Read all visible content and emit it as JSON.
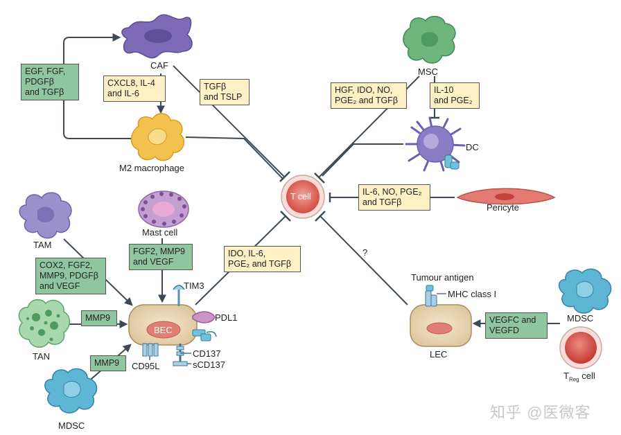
{
  "cells": {
    "caf": "CAF",
    "m2": "M2 macrophage",
    "msc": "MSC",
    "dc": "DC",
    "tcell": "T cell",
    "pericyte": "Pericyte",
    "tam": "TAM",
    "mast": "Mast cell",
    "tan": "TAN",
    "mdsc_left": "MDSC",
    "bec": "BEC",
    "lec": "LEC",
    "mdsc_right": "MDSC",
    "treg_main": "T",
    "treg_sub": "Reg",
    "treg_tail": " cell"
  },
  "markers": {
    "tim3": "TIM3",
    "pdl1": "PDL1",
    "cd137": "CD137",
    "scd137": "sCD137",
    "cd95l": "CD95L",
    "tumour_antigen": "Tumour antigen",
    "mhc1": "MHC class I",
    "question": "?"
  },
  "boxes": {
    "egf": [
      "EGF, FGF,",
      "PDGFβ",
      "and TGFβ"
    ],
    "cxcl8": [
      "CXCL8, IL-4",
      "and IL-6"
    ],
    "tgfb_tslp": [
      "TGFβ",
      "and TSLP"
    ],
    "hgf": [
      "HGF, IDO, NO,",
      "PGE₂ and TGFβ"
    ],
    "il10": [
      "IL-10",
      "and PGE₂"
    ],
    "il6": [
      "IL-6, NO, PGE₂",
      "and TGFβ"
    ],
    "cox2": [
      "COX2, FGF2,",
      "MMP9, PDGFβ",
      "and VEGF"
    ],
    "fgf2": [
      "FGF2, MMP9",
      "and VEGF"
    ],
    "ido": [
      "IDO, IL-6,",
      "PGE₂ and TGFβ"
    ],
    "mmp9_a": [
      "MMP9"
    ],
    "mmp9_b": [
      "MMP9"
    ],
    "vegfc": [
      "VEGFC and",
      "VEGFD"
    ]
  },
  "watermark": "知乎 @医微客",
  "colors": {
    "yellow_box": "#fdf0c4",
    "green_box": "#8fc6a0",
    "arrow": "#3d4a55",
    "caf": "#7e6bb8",
    "m2": "#f3c24e",
    "msc": "#6cb57c",
    "dc": "#8a7cc4",
    "tcell": "#d9534a",
    "pericyte": "#e27b72",
    "tam": "#9a91cc",
    "mast": "#b48cc4",
    "tan": "#8ec995",
    "mdsc": "#5fb6d4",
    "bec": "#ead8b6",
    "treg": "#d9534a"
  }
}
